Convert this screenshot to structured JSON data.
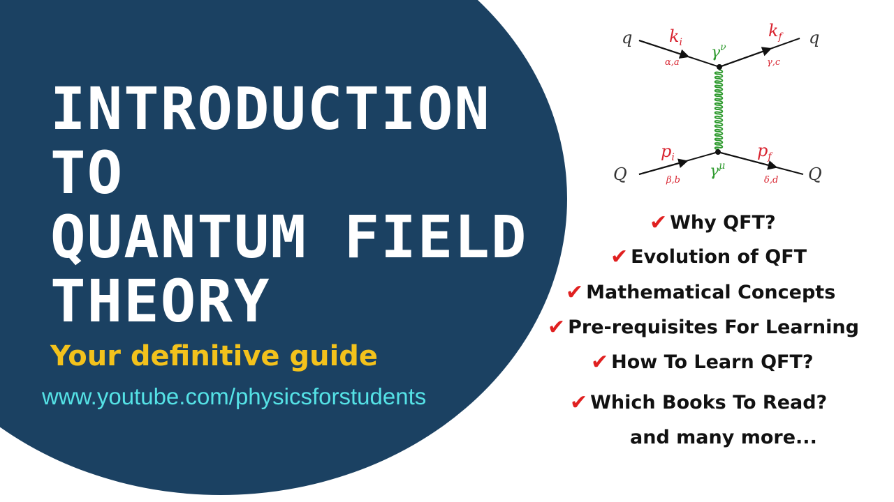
{
  "title": {
    "lines": [
      "INTRODUCTION",
      "TO",
      "QUANTUM FIELD",
      "THEORY"
    ]
  },
  "subtitle": "Your definitive guide",
  "url": "www.youtube.com/physicsforstudents",
  "diagram": {
    "top_left": "q",
    "top_right": "q",
    "bottom_left": "Q",
    "bottom_right": "Q",
    "k_i": "k",
    "k_i_sub": "i",
    "k_f": "k",
    "k_f_sub": "f",
    "p_i": "p",
    "p_i_sub": "i",
    "p_f": "p",
    "p_f_sub": "f",
    "idx_top_left": "α,a",
    "idx_top_right": "γ,c",
    "idx_bottom_left": "β,b",
    "idx_bottom_right": "δ,d",
    "gamma_top": "γ",
    "gamma_top_sup": "ν",
    "gamma_bottom": "γ",
    "gamma_bottom_sup": "μ"
  },
  "checklist": {
    "icon": "check-mark-icon",
    "icon_color": "#e02020",
    "items": [
      "Why QFT?",
      "Evolution of QFT",
      "Mathematical Concepts",
      "Pre-requisites For Learning",
      "How To Learn QFT?",
      "Which Books To Read?"
    ],
    "more": "and many more..."
  },
  "colors": {
    "background_blob": "#1b4162",
    "title": "#ffffff",
    "subtitle": "#f3c21c",
    "url": "#55e2e6",
    "gluon": "#2e9a2e",
    "momentum_labels": "#d8232f"
  }
}
